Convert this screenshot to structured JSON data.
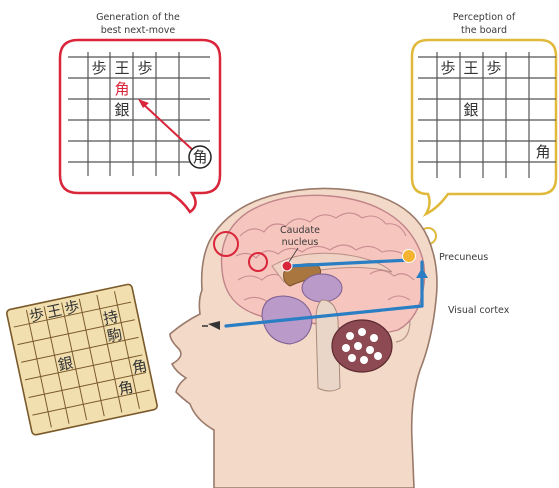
{
  "labels": {
    "generation_line1": "Generation of the",
    "generation_line2": "best next-move",
    "perception_line1": "Perception of",
    "perception_line2": "the board",
    "caudate_line1": "Caudate",
    "caudate_line2": "nucleus",
    "precuneus": "Precuneus",
    "visual_cortex": "Visual cortex"
  },
  "left_board": {
    "top_row": [
      "歩",
      "王",
      "歩"
    ],
    "bishop_from": "角",
    "silver": "銀",
    "bishop_circled": "角"
  },
  "right_board": {
    "top_row": [
      "歩",
      "王",
      "歩"
    ],
    "silver": "銀",
    "bishop": "角"
  },
  "physical_board": {
    "top_row": [
      "歩",
      "王",
      "歩"
    ],
    "silver": "銀",
    "side": [
      "持",
      "駒",
      "",
      "角"
    ],
    "bottom": "角"
  },
  "colors": {
    "left_bubble_border": "#d9263a",
    "right_bubble_border": "#e0b93a",
    "pathway_blue": "#2a7fc4",
    "skin": "#f3d9c8",
    "brain": "#f6c5bd",
    "board_fill": "#f2dfb0"
  }
}
